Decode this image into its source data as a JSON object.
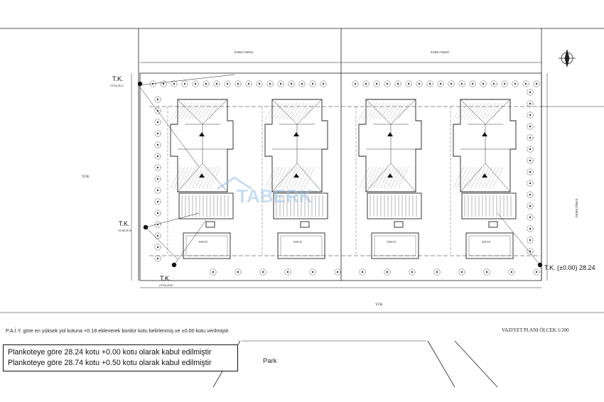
{
  "labels": {
    "tk_top_left": "T.K.",
    "tk_top_left_value": "(-0.03) 28.21",
    "tk_mid_left": "T.K.",
    "tk_mid_left_value": "(-0.08) 28.16",
    "tk_bottom_left": "T.K.",
    "tk_bottom_left_value": "(-0.04) 28.20",
    "tk_bottom_right": "T.K.  (±0.00) 28.24",
    "road_left": "YOL",
    "road_bottom": "YOL",
    "neighbor_top_1": "KOMŞU PARSEL",
    "neighbor_top_2": "KOMŞU PARSEL",
    "neighbor_right": "KOMŞU PARSEL",
    "watermark": "TABERK"
  },
  "notes": {
    "paiy_note": "P.A.İ.Y.  göre en yüksek yol kotuna +0.18 eklenerek bordür kotu belirlenmiş ve ±0.00 kotu verilmiştir.",
    "scale": "VAZIYET PLANI ÖLCEK:1/200",
    "box_line_1": "Plankoteye göre 28.24 kotu +0.00 kotu olarak kabul edilmiştir",
    "box_line_2": "Plankoteye göre 28.74 kotu +0.50 kotu olarak kabul edilmiştir",
    "park": "Park"
  },
  "villas": [
    {
      "id": "A",
      "pool_label": "HAVUZ"
    },
    {
      "id": "B",
      "pool_label": "HAVUZ"
    },
    {
      "id": "C",
      "pool_label": "HAVUZ"
    },
    {
      "id": "D",
      "pool_label": "HAVUZ"
    }
  ],
  "colors": {
    "line": "#222222",
    "watermark": "#9ec3e6"
  }
}
